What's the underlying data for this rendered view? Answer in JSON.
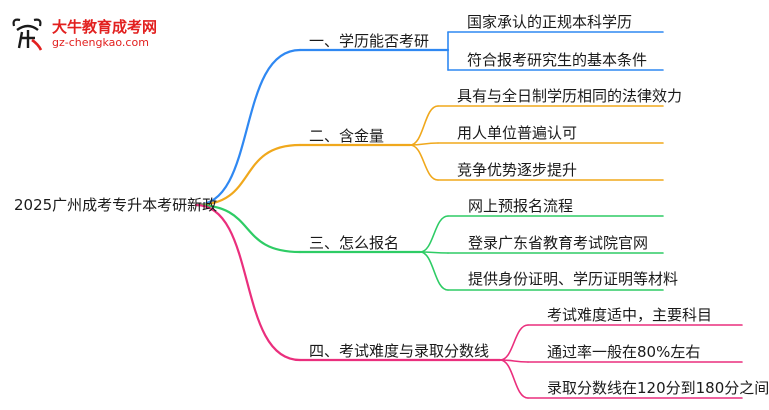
{
  "logo": {
    "title": "大牛教育成考网",
    "url": "gz-chengkao.com"
  },
  "mindmap": {
    "root": "2025广州成考专升本考研新政",
    "branches": [
      {
        "label": "一、学历能否考研",
        "color": "#2f88f2",
        "children": [
          "国家承认的正规本科学历",
          "符合报考研究生的基本条件"
        ]
      },
      {
        "label": "二、含金量",
        "color": "#f0a81c",
        "children": [
          "具有与全日制学历相同的法律效力",
          "用人单位普遍认可",
          "竞争优势逐步提升"
        ]
      },
      {
        "label": "三、怎么报名",
        "color": "#2ecc65",
        "children": [
          "网上预报名流程",
          "登录广东省教育考试院官网",
          "提供身份证明、学历证明等材料"
        ]
      },
      {
        "label": "四、考试难度与录取分数线",
        "color": "#ea2f7d",
        "children": [
          "考试难度适中，主要科目",
          "通过率一般在80%左右",
          "录取分数线在120分到180分之间"
        ]
      }
    ]
  }
}
